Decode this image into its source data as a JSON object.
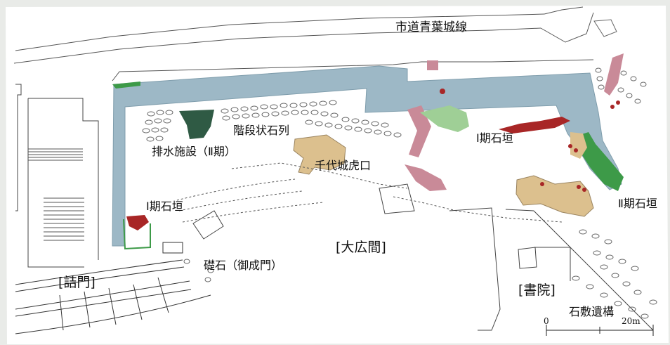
{
  "labels": {
    "road": "市道青葉城線",
    "drain": "排水施設（Ⅱ期）",
    "stairs": "階段状石列",
    "chiyo": "千代城虎口",
    "wall1_center": "Ⅰ期石垣",
    "wall1_left": "Ⅰ期石垣",
    "wall2": "Ⅱ期石垣",
    "foundation": "礎石（御成門）",
    "hall": "[大広間]",
    "gate": "[詰門]",
    "shoin": "[書院]",
    "pavement": "石敷遺構"
  },
  "scale": {
    "start": "0",
    "end": "20m"
  },
  "colors": {
    "wall_blue": "#9db8c6",
    "phase2_green": "#3d9a48",
    "phase1_red": "#a82626",
    "pink": "#c98a98",
    "tan": "#dcc08e",
    "light_green": "#9fcf96",
    "paper": "#ffffff",
    "margin": "#e9ebe8"
  }
}
